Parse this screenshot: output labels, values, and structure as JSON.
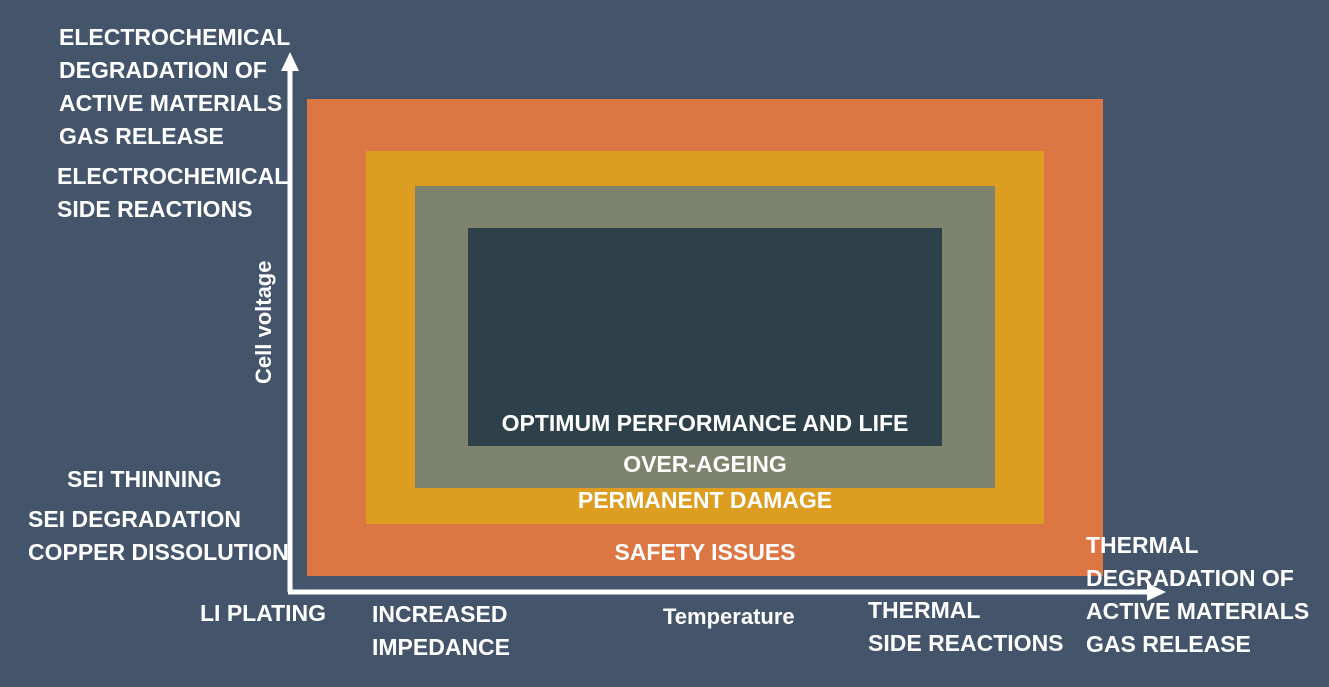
{
  "zones": {
    "safety": {
      "label": "SAFETY ISSUES",
      "color": "#dc7744"
    },
    "permanent": {
      "label": "PERMANENT DAMAGE",
      "color": "#dc9d21"
    },
    "overageing": {
      "label": "OVER-AGEING",
      "color": "#7e836d"
    },
    "optimum": {
      "label": "OPTIMUM PERFORMANCE AND LIFE",
      "color": "#2e414b"
    }
  },
  "axes": {
    "y_label": "Cell voltage",
    "x_label": "Temperature"
  },
  "y_high": {
    "top": "ELECTROCHEMICAL\nDEGRADATION OF\nACTIVE MATERIALS\nGAS RELEASE",
    "second": "ELECTROCHEMICAL\nSIDE REACTIONS"
  },
  "y_low": {
    "sei_thinning": "SEI THINNING",
    "sei_degradation": "SEI DEGRADATION\nCOPPER DISSOLUTION"
  },
  "x_axis_labels": {
    "li_plating": "LI PLATING",
    "increased_impedance": "INCREASED\nIMPEDANCE",
    "thermal_side": "THERMAL\nSIDE REACTIONS",
    "thermal_degradation": "THERMAL\nDEGRADATION OF\nACTIVE MATERIALS\nGAS RELEASE"
  },
  "background_color": "#44546a"
}
